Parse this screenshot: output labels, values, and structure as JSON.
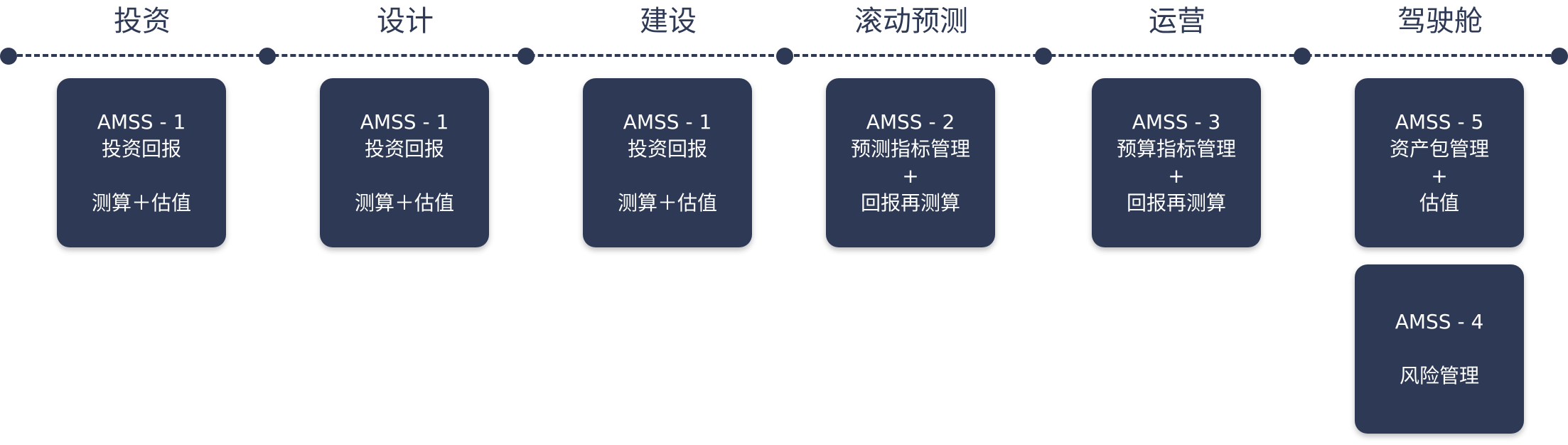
{
  "phases": [
    {
      "title": "投资"
    },
    {
      "title": "设计"
    },
    {
      "title": "建设"
    },
    {
      "title": "滚动预测"
    },
    {
      "title": "运营"
    },
    {
      "title": "驾驶舱"
    }
  ],
  "cards": [
    {
      "lines": [
        "AMSS - 1",
        "投资回报",
        "",
        "测算＋估值"
      ]
    },
    {
      "lines": [
        "AMSS - 1",
        "投资回报",
        "",
        "测算＋估值"
      ]
    },
    {
      "lines": [
        "AMSS - 1",
        "投资回报",
        "",
        "测算＋估值"
      ]
    },
    {
      "lines": [
        "AMSS - 2",
        "预测指标管理",
        "+",
        "回报再测算"
      ]
    },
    {
      "lines": [
        "AMSS - 3",
        "预算指标管理",
        "+",
        "回报再测算"
      ]
    },
    {
      "lines": [
        "AMSS - 5",
        "资产包管理",
        "+",
        "估值"
      ]
    },
    {
      "lines": [
        "AMSS - 4",
        "",
        "风险管理"
      ]
    }
  ],
  "colors": {
    "primary": "#2e3a55",
    "card_text": "#ffffff"
  }
}
